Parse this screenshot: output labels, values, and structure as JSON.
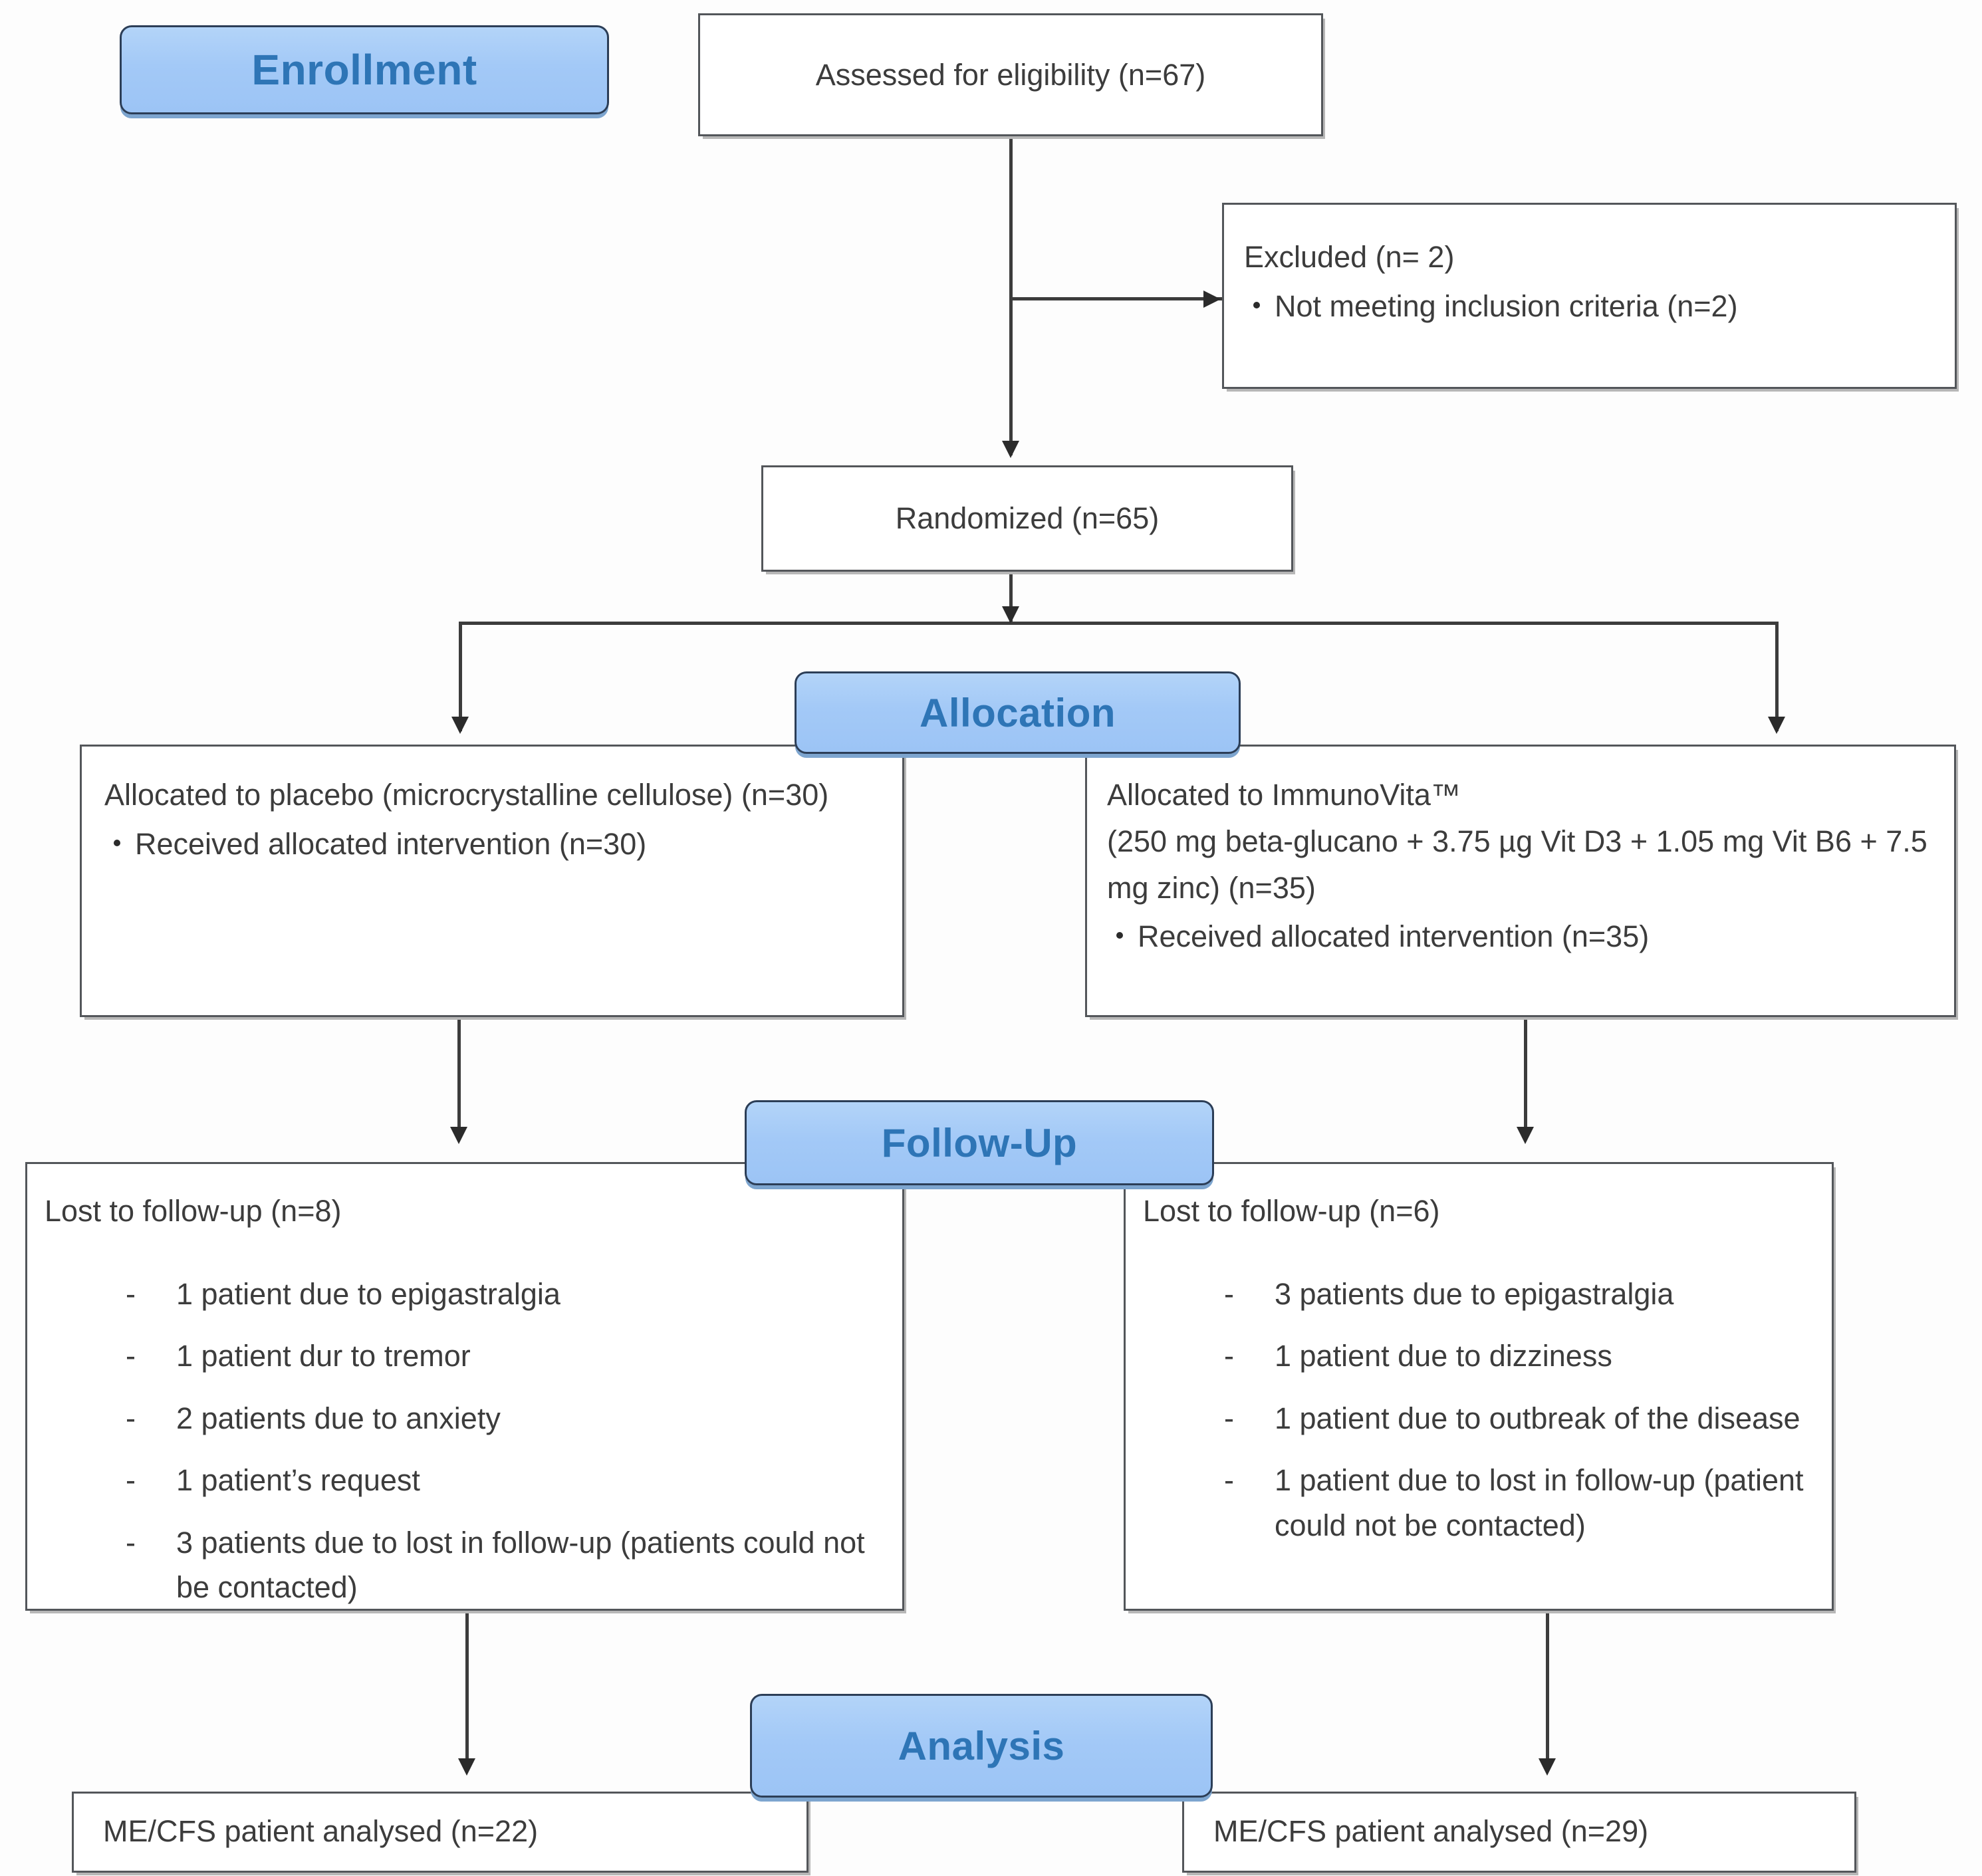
{
  "diagram": {
    "title": "CONSORT participant flow diagram",
    "accent_badge_fill": "#a3c9f7",
    "accent_badge_text": "#2e75b6",
    "badge_border": "#2c3e57",
    "node_border": "#53565a",
    "node_text": "#3c3c3c"
  },
  "stages": {
    "enrollment": "Enrollment",
    "allocation": "Allocation",
    "followup": "Follow-Up",
    "analysis": "Analysis"
  },
  "nodes": {
    "assessed": {
      "text": "Assessed for eligibility (n=67)"
    },
    "excluded": {
      "heading": "Excluded (n= 2)",
      "items": [
        "Not meeting inclusion criteria (n=2)"
      ]
    },
    "randomized": {
      "text": "Randomized (n=65)"
    },
    "alloc_left": {
      "heading": "Allocated to placebo (microcrystalline cellulose) (n=30)",
      "items": [
        "Received allocated intervention (n=30)"
      ]
    },
    "alloc_right": {
      "heading_line1": "Allocated to ImmunoVita™",
      "heading_line2": "(250 mg beta-glucano + 3.75 µg Vit D3 + 1.05 mg Vit B6 + 7.5 mg zinc) (n=35)",
      "items": [
        "Received allocated intervention (n=35)"
      ]
    },
    "followup_left": {
      "heading": "Lost to follow-up (n=8)",
      "items": [
        "1 patient due to epigastralgia",
        "1 patient dur to tremor",
        "2 patients due to anxiety",
        "1 patient’s request",
        "3 patients due to lost in follow-up (patients could not be contacted)"
      ]
    },
    "followup_right": {
      "heading": "Lost to follow-up (n=6)",
      "items": [
        "3 patients due to epigastralgia",
        "1 patient due to dizziness",
        "1 patient due to outbreak of the disease",
        "1 patient due to lost in follow-up (patient could not be contacted)"
      ]
    },
    "analysis_left": {
      "text": "ME/CFS patient analysed (n=22)"
    },
    "analysis_right": {
      "text": "ME/CFS patient analysed (n=29)"
    }
  }
}
